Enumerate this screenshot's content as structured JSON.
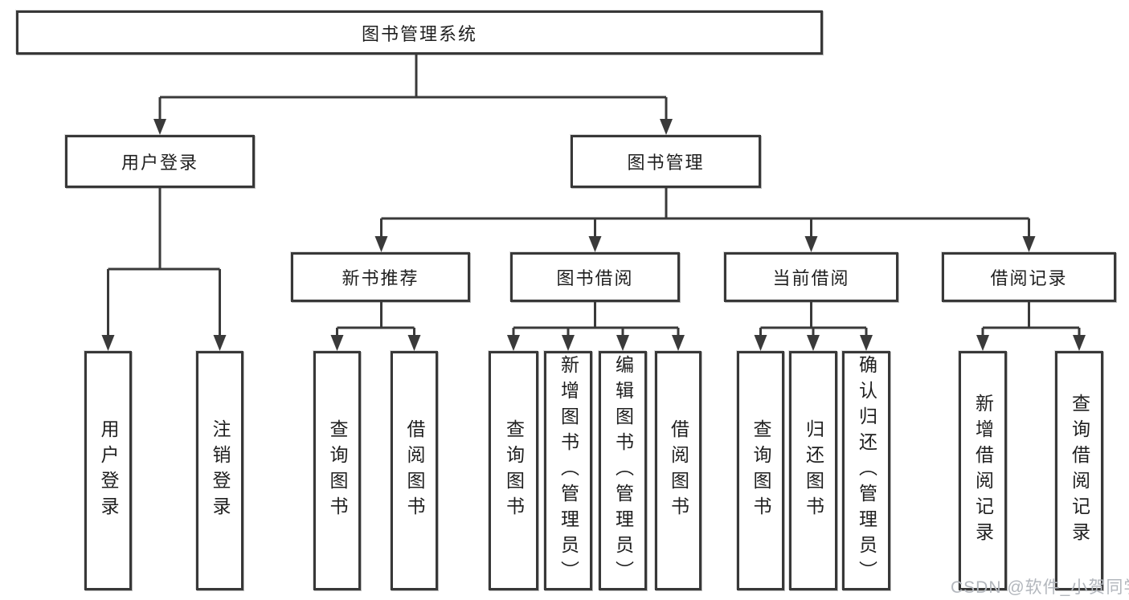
{
  "page": {
    "background": "#ffffff"
  },
  "colors": {
    "line": "#3a3a3a",
    "box_border": "#383838",
    "text": "#1f1f1f",
    "watermark": "#b3b7bd"
  },
  "watermark": {
    "text": "CSDN @软件_小贺同学"
  },
  "tree": {
    "label": "图书管理系统",
    "children": [
      {
        "label": "用户登录",
        "children": [
          {
            "label": "用户登录"
          },
          {
            "label": "注销登录"
          }
        ]
      },
      {
        "label": "图书管理",
        "children": [
          {
            "label": "新书推荐",
            "children": [
              {
                "label": "查询图书"
              },
              {
                "label": "借阅图书"
              }
            ]
          },
          {
            "label": "图书借阅",
            "children": [
              {
                "label": "查询图书"
              },
              {
                "label": "新增图书（管理员）"
              },
              {
                "label": "编辑图书（管理员）"
              },
              {
                "label": "借阅图书"
              }
            ]
          },
          {
            "label": "当前借阅",
            "children": [
              {
                "label": "查询图书"
              },
              {
                "label": "归还图书"
              },
              {
                "label": "确认归还（管理员）"
              }
            ]
          },
          {
            "label": "借阅记录",
            "children": [
              {
                "label": "新增借阅记录"
              },
              {
                "label": "查询借阅记录"
              }
            ]
          }
        ]
      }
    ]
  }
}
